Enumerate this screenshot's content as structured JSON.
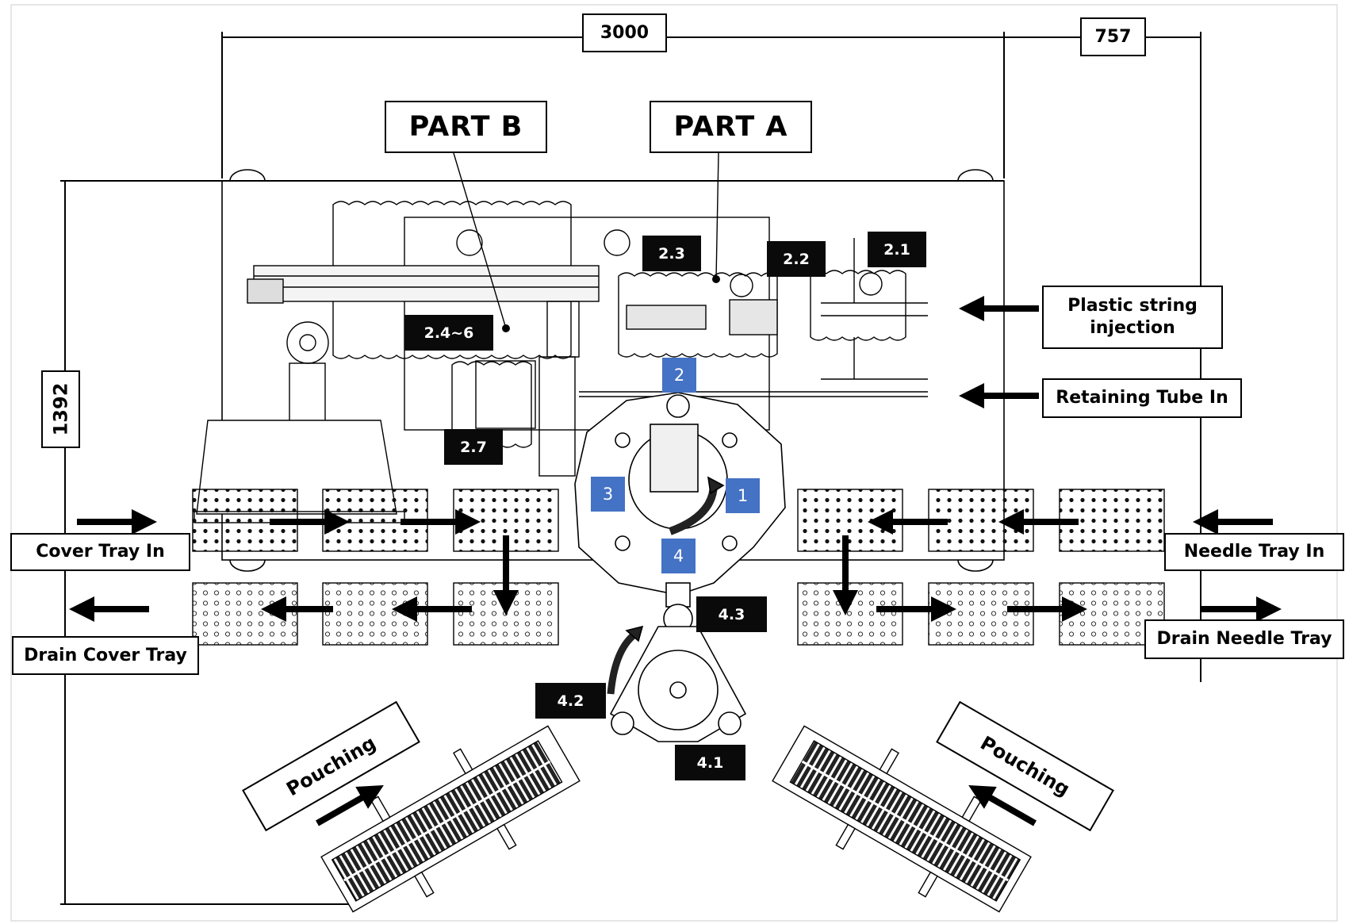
{
  "dimensions": {
    "width": "3000",
    "side": "757",
    "height": "1392"
  },
  "parts": {
    "part_b": "PART B",
    "part_a": "PART A"
  },
  "stations": {
    "s2_1": "2.1",
    "s2_2": "2.2",
    "s2_3": "2.3",
    "s2_4_6": "2.4~6",
    "s2_7": "2.7",
    "s4_1": "4.1",
    "s4_2": "4.2",
    "s4_3": "4.3"
  },
  "turntable": {
    "p1": "1",
    "p2": "2",
    "p3": "3",
    "p4": "4"
  },
  "io_labels": {
    "plastic_string_line1": "Plastic string",
    "plastic_string_line2": "injection",
    "retaining_tube": "Retaining Tube In",
    "cover_tray_in": "Cover Tray In",
    "needle_tray_in": "Needle Tray In",
    "drain_cover_tray": "Drain Cover Tray",
    "drain_needle_tray": "Drain Needle Tray",
    "pouching_left": "Pouching",
    "pouching_right": "Pouching"
  },
  "colors": {
    "station_bg": "#0a0a0a",
    "turntable_marker": "#4472c4",
    "line": "#000000"
  }
}
